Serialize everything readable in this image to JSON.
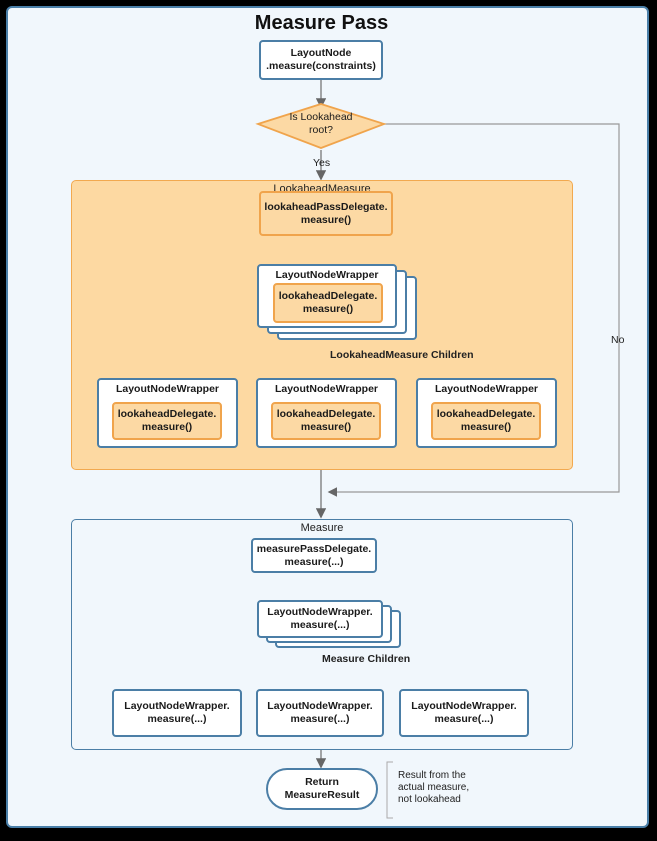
{
  "title": "Measure Pass",
  "start_node": {
    "line1": "LayoutNode",
    "line2": ".measure(constraints)"
  },
  "decision": {
    "line1": "Is Lookahead",
    "line2": "root?"
  },
  "edge_labels": {
    "yes": "Yes",
    "no": "No"
  },
  "lookahead_group": {
    "label": "LookaheadMeasure",
    "pass_delegate": {
      "line1": "lookaheadPassDelegate.",
      "line2": "measure()"
    },
    "wrapper_stack": {
      "title": "LayoutNodeWrapper",
      "inner_line1": "lookaheadDelegate.",
      "inner_line2": "measure()"
    },
    "children_label": "LookaheadMeasure Children",
    "children": [
      {
        "title": "LayoutNodeWrapper",
        "inner_line1": "lookaheadDelegate.",
        "inner_line2": "measure()"
      },
      {
        "title": "LayoutNodeWrapper",
        "inner_line1": "lookaheadDelegate.",
        "inner_line2": "measure()"
      },
      {
        "title": "LayoutNodeWrapper",
        "inner_line1": "lookaheadDelegate.",
        "inner_line2": "measure()"
      }
    ]
  },
  "measure_group": {
    "label": "Measure",
    "pass_delegate": {
      "line1": "measurePassDelegate.",
      "line2": "measure(...)"
    },
    "wrapper_stack": {
      "line1": "LayoutNodeWrapper.",
      "line2": "measure(...)"
    },
    "children_label": "Measure Children",
    "children": [
      {
        "line1": "LayoutNodeWrapper.",
        "line2": "measure(...)"
      },
      {
        "line1": "LayoutNodeWrapper.",
        "line2": "measure(...)"
      },
      {
        "line1": "LayoutNodeWrapper.",
        "line2": "measure(...)"
      }
    ]
  },
  "end_node": {
    "line1": "Return",
    "line2": "MeasureResult"
  },
  "annotation": {
    "line1": "Result from the",
    "line2": "actual measure,",
    "line3": "not lookahead"
  },
  "colors": {
    "blue_border": "#4b7ea6",
    "orange_fill": "#fcd9a4",
    "orange_border": "#f0a44c",
    "page_bg": "#f1f7fc"
  }
}
